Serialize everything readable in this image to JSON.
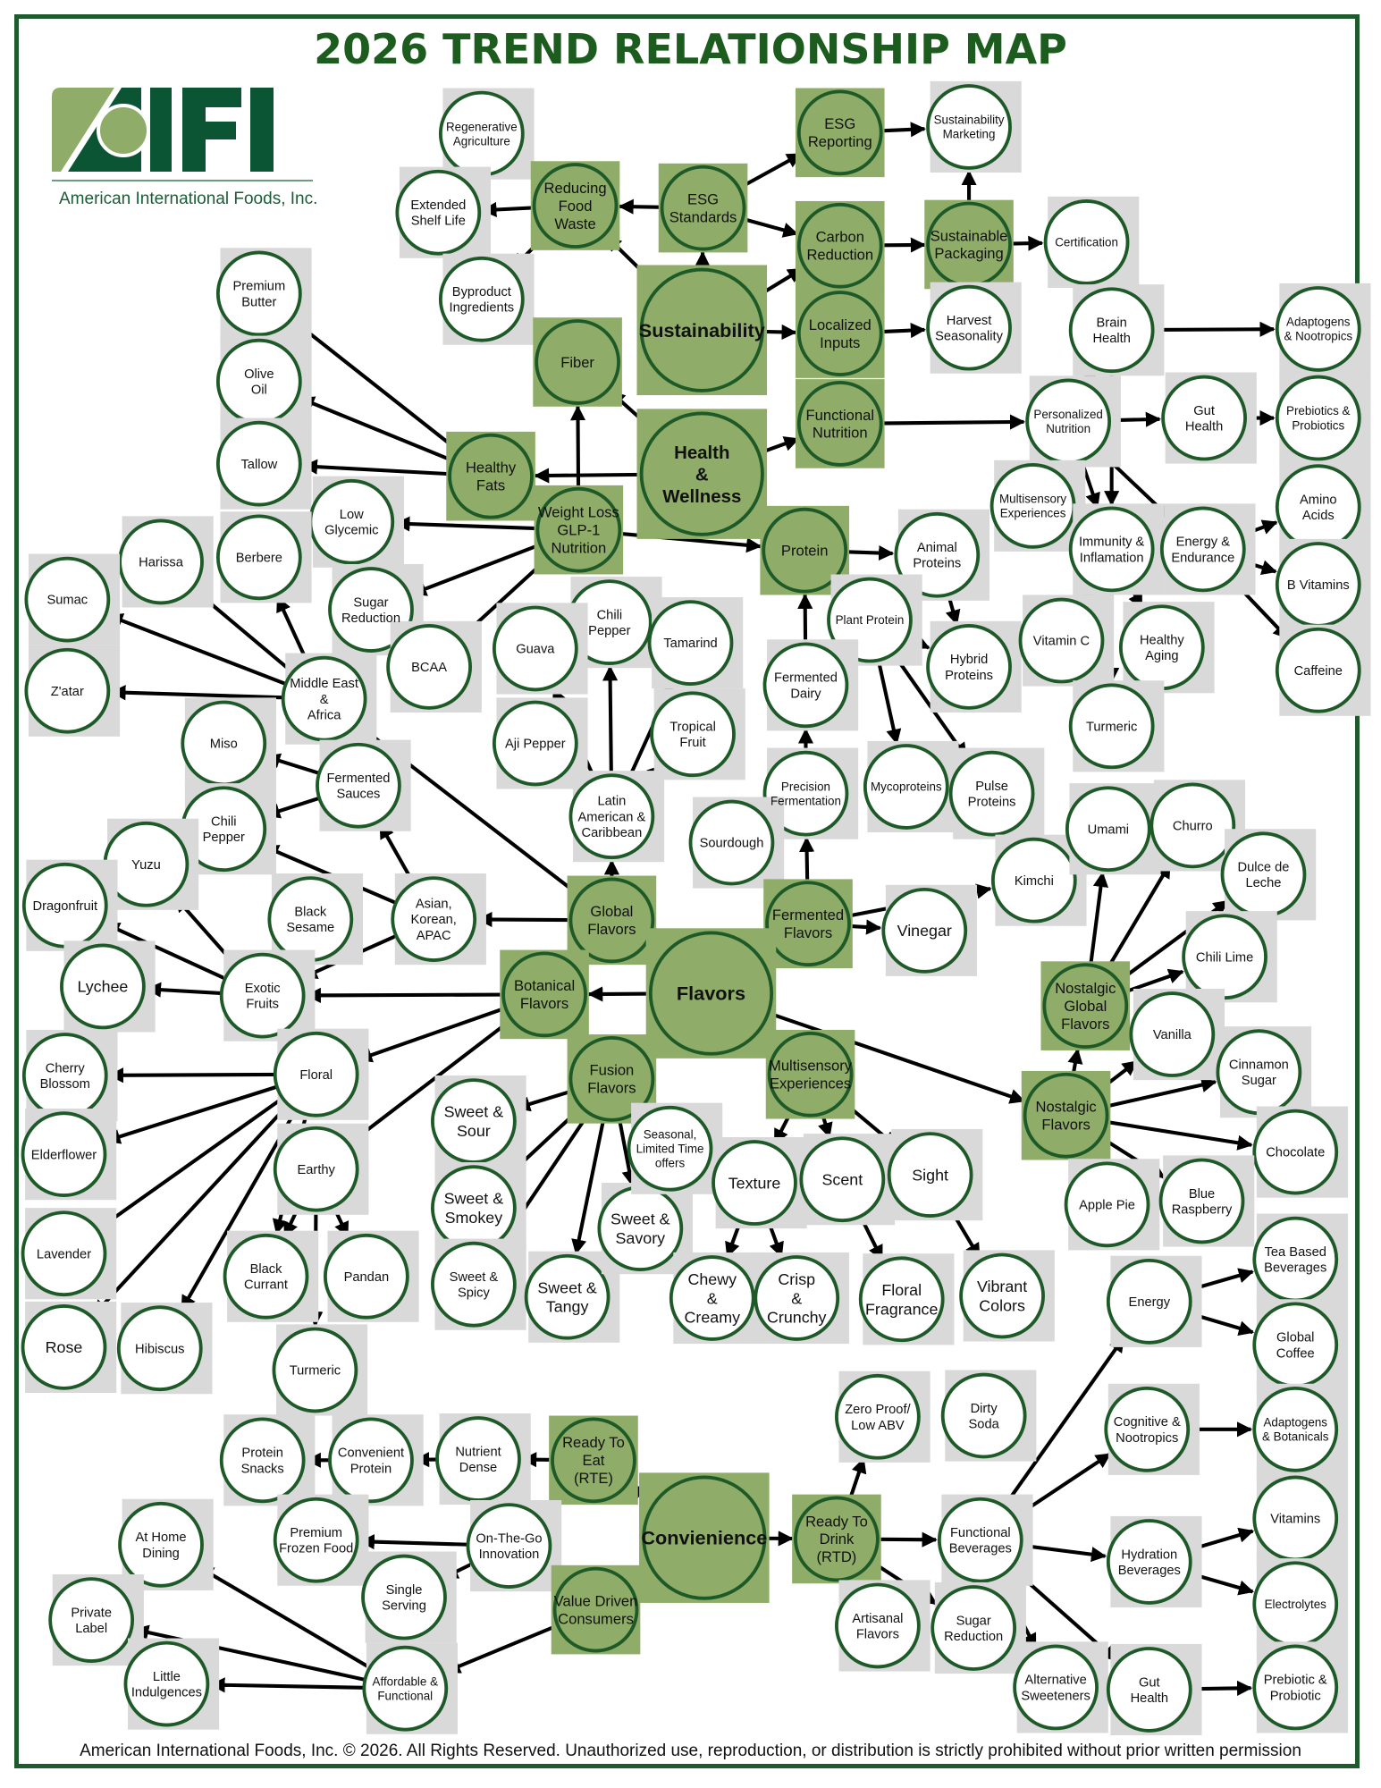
{
  "title": "2026 TREND RELATIONSHIP MAP",
  "logo": {
    "letters": "AIFI",
    "company": "American International Foods, Inc."
  },
  "footer": "American International Foods, Inc. © 2026. All Rights Reserved. Unauthorized use, reproduction, or distribution is strictly prohibited without prior written permission",
  "colors": {
    "dark_green": "#1e5a28",
    "node_green": "#8fad68",
    "node_gray": "#d9d9d9",
    "title_green": "#1d5c1f"
  },
  "nodes": [
    {
      "id": "regen",
      "label": "Regenerative\nAgriculture",
      "kind": "gray"
    },
    {
      "id": "extended",
      "label": "Extended\nShelf Life",
      "kind": "gray"
    },
    {
      "id": "byproduct",
      "label": "Byproduct\nIngredients",
      "kind": "gray"
    },
    {
      "id": "reduce",
      "label": "Reducing\nFood\nWaste",
      "kind": "green"
    },
    {
      "id": "esgstd",
      "label": "ESG\nStandards",
      "kind": "green"
    },
    {
      "id": "esgrep",
      "label": "ESG\nReporting",
      "kind": "green"
    },
    {
      "id": "susmkt",
      "label": "Sustainability\nMarketing",
      "kind": "gray"
    },
    {
      "id": "carbon",
      "label": "Carbon\nReduction",
      "kind": "green"
    },
    {
      "id": "suspack",
      "label": "Sustainable\nPackaging",
      "kind": "green"
    },
    {
      "id": "cert",
      "label": "Certification",
      "kind": "gray"
    },
    {
      "id": "sustain",
      "label": "Sustainability",
      "kind": "hub"
    },
    {
      "id": "localized",
      "label": "Localized\nInputs",
      "kind": "green"
    },
    {
      "id": "harvest",
      "label": "Harvest\nSeasonality",
      "kind": "gray"
    },
    {
      "id": "fiber",
      "label": "Fiber",
      "kind": "green"
    },
    {
      "id": "brain",
      "label": "Brain\nHealth",
      "kind": "gray"
    },
    {
      "id": "adapt1",
      "label": "Adaptogens\n& Nootropics",
      "kind": "gray"
    },
    {
      "id": "health",
      "label": "Health\n&\nWellness",
      "kind": "hub"
    },
    {
      "id": "funcnut",
      "label": "Functional\nNutrition",
      "kind": "green"
    },
    {
      "id": "persnut",
      "label": "Personalized\nNutrition",
      "kind": "gray"
    },
    {
      "id": "gut1",
      "label": "Gut\nHealth",
      "kind": "gray"
    },
    {
      "id": "prebio1",
      "label": "Prebiotics &\nProbiotics",
      "kind": "gray"
    },
    {
      "id": "butter",
      "label": "Premium\nButter",
      "kind": "gray"
    },
    {
      "id": "olive",
      "label": "Olive\nOil",
      "kind": "gray"
    },
    {
      "id": "tallow",
      "label": "Tallow",
      "kind": "gray"
    },
    {
      "id": "healthyfats",
      "label": "Healthy\nFats",
      "kind": "green"
    },
    {
      "id": "weightloss",
      "label": "Weight Loss\nGLP-1\nNutrition",
      "kind": "green"
    },
    {
      "id": "lowgly",
      "label": "Low\nGlycemic",
      "kind": "gray"
    },
    {
      "id": "sugred1",
      "label": "Sugar\nReduction",
      "kind": "gray"
    },
    {
      "id": "bcaa",
      "label": "BCAA",
      "kind": "gray"
    },
    {
      "id": "multisens1",
      "label": "Multisensory\nExperiences",
      "kind": "gray"
    },
    {
      "id": "immunity",
      "label": "Immunity &\nInflamation",
      "kind": "gray"
    },
    {
      "id": "energy1",
      "label": "Energy &\nEndurance",
      "kind": "gray"
    },
    {
      "id": "amino",
      "label": "Amino\nAcids",
      "kind": "gray"
    },
    {
      "id": "bvit",
      "label": "B Vitamins",
      "kind": "gray"
    },
    {
      "id": "caffeine",
      "label": "Caffeine",
      "kind": "gray"
    },
    {
      "id": "protein",
      "label": "Protein",
      "kind": "green"
    },
    {
      "id": "animal",
      "label": "Animal\nProteins",
      "kind": "gray"
    },
    {
      "id": "plant",
      "label": "Plant Protein",
      "kind": "gray"
    },
    {
      "id": "hybrid",
      "label": "Hybrid\nProteins",
      "kind": "gray"
    },
    {
      "id": "vitc",
      "label": "Vitamin C",
      "kind": "gray"
    },
    {
      "id": "aging",
      "label": "Healthy\nAging",
      "kind": "gray"
    },
    {
      "id": "turmeric1",
      "label": "Turmeric",
      "kind": "gray"
    },
    {
      "id": "fermdairy",
      "label": "Fermented\nDairy",
      "kind": "gray"
    },
    {
      "id": "myco",
      "label": "Mycoproteins",
      "kind": "gray"
    },
    {
      "id": "pulse",
      "label": "Pulse\nProteins",
      "kind": "gray"
    },
    {
      "id": "precision",
      "label": "Precision\nFermentation",
      "kind": "gray"
    },
    {
      "id": "harissa",
      "label": "Harissa",
      "kind": "gray"
    },
    {
      "id": "berbere",
      "label": "Berbere",
      "kind": "gray"
    },
    {
      "id": "sumac",
      "label": "Sumac",
      "kind": "gray"
    },
    {
      "id": "zatar",
      "label": "Z'atar",
      "kind": "gray"
    },
    {
      "id": "mideast",
      "label": "Middle East\n&\nAfrica",
      "kind": "gray"
    },
    {
      "id": "chili1",
      "label": "Chili\nPepper",
      "kind": "gray"
    },
    {
      "id": "guava",
      "label": "Guava",
      "kind": "gray"
    },
    {
      "id": "tamarind",
      "label": "Tamarind",
      "kind": "gray"
    },
    {
      "id": "aji",
      "label": "Aji Pepper",
      "kind": "gray"
    },
    {
      "id": "tropical",
      "label": "Tropical\nFruit",
      "kind": "gray"
    },
    {
      "id": "latin",
      "label": "Latin\nAmerican &\nCaribbean",
      "kind": "gray"
    },
    {
      "id": "miso",
      "label": "Miso",
      "kind": "gray"
    },
    {
      "id": "fermsauces",
      "label": "Fermented\nSauces",
      "kind": "gray"
    },
    {
      "id": "chili2",
      "label": "Chili\nPepper",
      "kind": "gray"
    },
    {
      "id": "yuzu",
      "label": "Yuzu",
      "kind": "gray"
    },
    {
      "id": "dragon",
      "label": "Dragonfruit",
      "kind": "gray"
    },
    {
      "id": "lychee",
      "label": "Lychee",
      "kind": "gray"
    },
    {
      "id": "blacksesame",
      "label": "Black\nSesame",
      "kind": "gray"
    },
    {
      "id": "asian",
      "label": "Asian,\nKorean,\nAPAC",
      "kind": "gray"
    },
    {
      "id": "exotic",
      "label": "Exotic\nFruits",
      "kind": "gray"
    },
    {
      "id": "global",
      "label": "Global\nFlavors",
      "kind": "green"
    },
    {
      "id": "sourdough",
      "label": "Sourdough",
      "kind": "gray"
    },
    {
      "id": "kimchi",
      "label": "Kimchi",
      "kind": "gray"
    },
    {
      "id": "fermflav",
      "label": "Fermented\nFlavors",
      "kind": "green"
    },
    {
      "id": "vinegar",
      "label": "Vinegar",
      "kind": "gray"
    },
    {
      "id": "umami",
      "label": "Umami",
      "kind": "gray"
    },
    {
      "id": "churro",
      "label": "Churro",
      "kind": "gray"
    },
    {
      "id": "dulce",
      "label": "Dulce de\nLeche",
      "kind": "gray"
    },
    {
      "id": "chililime",
      "label": "Chili Lime",
      "kind": "gray"
    },
    {
      "id": "nostglobal",
      "label": "Nostalgic\nGlobal\nFlavors",
      "kind": "green"
    },
    {
      "id": "flavors",
      "label": "Flavors",
      "kind": "hub"
    },
    {
      "id": "botanical",
      "label": "Botanical\nFlavors",
      "kind": "green"
    },
    {
      "id": "fusion",
      "label": "Fusion\nFlavors",
      "kind": "green"
    },
    {
      "id": "multisens2",
      "label": "Multisensory\nExperiences",
      "kind": "green"
    },
    {
      "id": "vanilla",
      "label": "Vanilla",
      "kind": "gray"
    },
    {
      "id": "cinnamon",
      "label": "Cinnamon\nSugar",
      "kind": "gray"
    },
    {
      "id": "chocolate",
      "label": "Chocolate",
      "kind": "gray"
    },
    {
      "id": "nostalgic",
      "label": "Nostalgic\nFlavors",
      "kind": "green"
    },
    {
      "id": "applepie",
      "label": "Apple Pie",
      "kind": "gray"
    },
    {
      "id": "blueras",
      "label": "Blue\nRaspberry",
      "kind": "gray"
    },
    {
      "id": "cherry",
      "label": "Cherry\nBlossom",
      "kind": "gray"
    },
    {
      "id": "floral",
      "label": "Floral",
      "kind": "gray"
    },
    {
      "id": "elderflower",
      "label": "Elderflower",
      "kind": "gray"
    },
    {
      "id": "lavender",
      "label": "Lavender",
      "kind": "gray"
    },
    {
      "id": "rose",
      "label": "Rose",
      "kind": "gray"
    },
    {
      "id": "hibiscus",
      "label": "Hibiscus",
      "kind": "gray"
    },
    {
      "id": "earthy",
      "label": "Earthy",
      "kind": "gray"
    },
    {
      "id": "blackcurrant",
      "label": "Black\nCurrant",
      "kind": "gray"
    },
    {
      "id": "pandan",
      "label": "Pandan",
      "kind": "gray"
    },
    {
      "id": "turmeric2",
      "label": "Turmeric",
      "kind": "gray"
    },
    {
      "id": "sweetsour",
      "label": "Sweet &\nSour",
      "kind": "gray"
    },
    {
      "id": "sweetsmokey",
      "label": "Sweet &\nSmokey",
      "kind": "gray"
    },
    {
      "id": "sweetspicy",
      "label": "Sweet &\nSpicy",
      "kind": "gray"
    },
    {
      "id": "sweettangy",
      "label": "Sweet &\nTangy",
      "kind": "gray"
    },
    {
      "id": "sweetsavory",
      "label": "Sweet &\nSavory",
      "kind": "gray"
    },
    {
      "id": "seasonal",
      "label": "Seasonal,\nLimited Time\noffers",
      "kind": "gray"
    },
    {
      "id": "texture",
      "label": "Texture",
      "kind": "gray"
    },
    {
      "id": "scent",
      "label": "Scent",
      "kind": "gray"
    },
    {
      "id": "sight",
      "label": "Sight",
      "kind": "gray"
    },
    {
      "id": "chewy",
      "label": "Chewy\n&\nCreamy",
      "kind": "gray"
    },
    {
      "id": "crisp",
      "label": "Crisp\n&\nCrunchy",
      "kind": "gray"
    },
    {
      "id": "floralfrag",
      "label": "Floral\nFragrance",
      "kind": "gray"
    },
    {
      "id": "vibrant",
      "label": "Vibrant\nColors",
      "kind": "gray"
    },
    {
      "id": "energy2",
      "label": "Energy",
      "kind": "gray"
    },
    {
      "id": "tea",
      "label": "Tea Based\nBeverages",
      "kind": "gray"
    },
    {
      "id": "coffee",
      "label": "Global\nCoffee",
      "kind": "gray"
    },
    {
      "id": "cognitive",
      "label": "Cognitive &\nNootropics",
      "kind": "gray"
    },
    {
      "id": "adapt2",
      "label": "Adaptogens\n& Botanicals",
      "kind": "gray"
    },
    {
      "id": "zeroproof",
      "label": "Zero Proof/\nLow ABV",
      "kind": "gray"
    },
    {
      "id": "dirty",
      "label": "Dirty\nSoda",
      "kind": "gray"
    },
    {
      "id": "protsnacks",
      "label": "Protein\nSnacks",
      "kind": "gray"
    },
    {
      "id": "convprot",
      "label": "Convenient\nProtein",
      "kind": "gray"
    },
    {
      "id": "nutrient",
      "label": "Nutrient\nDense",
      "kind": "gray"
    },
    {
      "id": "rte",
      "label": "Ready To\nEat\n(RTE)",
      "kind": "green"
    },
    {
      "id": "conv",
      "label": "Convienience",
      "kind": "hub"
    },
    {
      "id": "athome",
      "label": "At Home\nDining",
      "kind": "gray"
    },
    {
      "id": "premfrozen",
      "label": "Premium\nFrozen Food",
      "kind": "gray"
    },
    {
      "id": "onthego",
      "label": "On-The-Go\nInnovation",
      "kind": "gray"
    },
    {
      "id": "single",
      "label": "Single\nServing",
      "kind": "gray"
    },
    {
      "id": "valuedriven",
      "label": "Value Driven\nConsumers",
      "kind": "green"
    },
    {
      "id": "rtd",
      "label": "Ready To\nDrink\n(RTD)",
      "kind": "green"
    },
    {
      "id": "funcbev",
      "label": "Functional\nBeverages",
      "kind": "gray"
    },
    {
      "id": "hydration",
      "label": "Hydration\nBeverages",
      "kind": "gray"
    },
    {
      "id": "vitamins",
      "label": "Vitamins",
      "kind": "gray"
    },
    {
      "id": "electrolytes",
      "label": "Electrolytes",
      "kind": "gray"
    },
    {
      "id": "artisanal",
      "label": "Artisanal\nFlavors",
      "kind": "gray"
    },
    {
      "id": "sugred2",
      "label": "Sugar\nReduction",
      "kind": "gray"
    },
    {
      "id": "private",
      "label": "Private\nLabel",
      "kind": "gray"
    },
    {
      "id": "little",
      "label": "Little\nIndulgences",
      "kind": "gray"
    },
    {
      "id": "affordable",
      "label": "Affordable &\nFunctional",
      "kind": "gray"
    },
    {
      "id": "altsweet",
      "label": "Alternative\nSweeteners",
      "kind": "gray"
    },
    {
      "id": "gut2",
      "label": "Gut\nHealth",
      "kind": "gray"
    },
    {
      "id": "prebio2",
      "label": "Prebiotic &\nProbiotic",
      "kind": "gray"
    }
  ],
  "edges": [
    [
      "esgstd",
      "reduce"
    ],
    [
      "esgstd",
      "esgrep"
    ],
    [
      "esgstd",
      "carbon"
    ],
    [
      "sustain",
      "esgstd"
    ],
    [
      "sustain",
      "reduce"
    ],
    [
      "sustain",
      "carbon"
    ],
    [
      "sustain",
      "localized"
    ],
    [
      "reduce",
      "regen"
    ],
    [
      "reduce",
      "extended"
    ],
    [
      "reduce",
      "byproduct"
    ],
    [
      "byproduct",
      "fiber"
    ],
    [
      "esgrep",
      "susmkt"
    ],
    [
      "carbon",
      "suspack"
    ],
    [
      "suspack",
      "susmkt"
    ],
    [
      "suspack",
      "cert"
    ],
    [
      "localized",
      "harvest"
    ],
    [
      "health",
      "fiber"
    ],
    [
      "health",
      "healthyfats"
    ],
    [
      "health",
      "funcnut"
    ],
    [
      "health",
      "protein"
    ],
    [
      "weightloss",
      "fiber"
    ],
    [
      "healthyfats",
      "butter"
    ],
    [
      "healthyfats",
      "olive"
    ],
    [
      "healthyfats",
      "tallow"
    ],
    [
      "weightloss",
      "lowgly"
    ],
    [
      "weightloss",
      "sugred1"
    ],
    [
      "weightloss",
      "bcaa"
    ],
    [
      "weightloss",
      "protein"
    ],
    [
      "funcnut",
      "persnut"
    ],
    [
      "persnut",
      "brain"
    ],
    [
      "brain",
      "persnut"
    ],
    [
      "persnut",
      "gut1"
    ],
    [
      "persnut",
      "immunity"
    ],
    [
      "persnut",
      "energy1"
    ],
    [
      "brain",
      "adapt1"
    ],
    [
      "gut1",
      "prebio1"
    ],
    [
      "brain",
      "immunity"
    ],
    [
      "immunity",
      "vitc"
    ],
    [
      "immunity",
      "aging"
    ],
    [
      "immunity",
      "turmeric1"
    ],
    [
      "energy1",
      "amino"
    ],
    [
      "energy1",
      "bvit"
    ],
    [
      "energy1",
      "caffeine"
    ],
    [
      "protein",
      "animal"
    ],
    [
      "protein",
      "plant"
    ],
    [
      "animal",
      "hybrid"
    ],
    [
      "plant",
      "hybrid"
    ],
    [
      "plant",
      "myco"
    ],
    [
      "plant",
      "pulse"
    ],
    [
      "fermdairy",
      "protein"
    ],
    [
      "precision",
      "fermdairy"
    ],
    [
      "mideast",
      "harissa"
    ],
    [
      "mideast",
      "berbere"
    ],
    [
      "mideast",
      "sumac"
    ],
    [
      "mideast",
      "zatar"
    ],
    [
      "global",
      "mideast"
    ],
    [
      "latin",
      "chili1"
    ],
    [
      "latin",
      "guava"
    ],
    [
      "latin",
      "tamarind"
    ],
    [
      "latin",
      "aji"
    ],
    [
      "latin",
      "tropical"
    ],
    [
      "global",
      "latin"
    ],
    [
      "global",
      "asian"
    ],
    [
      "asian",
      "fermsauces"
    ],
    [
      "asian",
      "chili2"
    ],
    [
      "fermsauces",
      "miso"
    ],
    [
      "fermsauces",
      "chili2"
    ],
    [
      "asian",
      "exotic"
    ],
    [
      "exotic",
      "yuzu"
    ],
    [
      "exotic",
      "dragon"
    ],
    [
      "exotic",
      "lychee"
    ],
    [
      "botanical",
      "exotic"
    ],
    [
      "fermflav",
      "precision"
    ],
    [
      "fermflav",
      "sourdough"
    ],
    [
      "fermflav",
      "kimchi"
    ],
    [
      "fermflav",
      "vinegar"
    ],
    [
      "flavors",
      "fermflav"
    ],
    [
      "flavors",
      "global"
    ],
    [
      "flavors",
      "botanical"
    ],
    [
      "flavors",
      "fusion"
    ],
    [
      "flavors",
      "multisens2"
    ],
    [
      "flavors",
      "nostalgic"
    ],
    [
      "nostalgic",
      "nostglobal"
    ],
    [
      "nostglobal",
      "umami"
    ],
    [
      "nostglobal",
      "churro"
    ],
    [
      "nostglobal",
      "dulce"
    ],
    [
      "nostglobal",
      "chililime"
    ],
    [
      "nostalgic",
      "vanilla"
    ],
    [
      "nostalgic",
      "cinnamon"
    ],
    [
      "nostalgic",
      "chocolate"
    ],
    [
      "nostalgic",
      "applepie"
    ],
    [
      "nostalgic",
      "blueras"
    ],
    [
      "botanical",
      "floral"
    ],
    [
      "botanical",
      "earthy"
    ],
    [
      "floral",
      "cherry"
    ],
    [
      "floral",
      "elderflower"
    ],
    [
      "floral",
      "lavender"
    ],
    [
      "floral",
      "rose"
    ],
    [
      "floral",
      "hibiscus"
    ],
    [
      "floral",
      "blackcurrant"
    ],
    [
      "earthy",
      "blackcurrant"
    ],
    [
      "earthy",
      "pandan"
    ],
    [
      "earthy",
      "turmeric2"
    ],
    [
      "fusion",
      "sweetsour"
    ],
    [
      "fusion",
      "sweetsmokey"
    ],
    [
      "fusion",
      "sweetspicy"
    ],
    [
      "fusion",
      "sweettangy"
    ],
    [
      "fusion",
      "sweetsavory"
    ],
    [
      "fusion",
      "seasonal"
    ],
    [
      "multisens2",
      "texture"
    ],
    [
      "multisens2",
      "scent"
    ],
    [
      "multisens2",
      "sight"
    ],
    [
      "texture",
      "chewy"
    ],
    [
      "texture",
      "crisp"
    ],
    [
      "scent",
      "floralfrag"
    ],
    [
      "sight",
      "vibrant"
    ],
    [
      "conv",
      "rte"
    ],
    [
      "conv",
      "rtd"
    ],
    [
      "rte",
      "nutrient"
    ],
    [
      "nutrient",
      "convprot"
    ],
    [
      "convprot",
      "protsnacks"
    ],
    [
      "onthego",
      "premfrozen"
    ],
    [
      "onthego",
      "single"
    ],
    [
      "valuedriven",
      "affordable"
    ],
    [
      "affordable",
      "athome"
    ],
    [
      "affordable",
      "private"
    ],
    [
      "affordable",
      "little"
    ],
    [
      "rtd",
      "zeroproof"
    ],
    [
      "rtd",
      "artisanal"
    ],
    [
      "rtd",
      "funcbev"
    ],
    [
      "rtd",
      "sugred2"
    ],
    [
      "funcbev",
      "energy2"
    ],
    [
      "funcbev",
      "cognitive"
    ],
    [
      "funcbev",
      "hydration"
    ],
    [
      "funcbev",
      "altsweet"
    ],
    [
      "funcbev",
      "gut2"
    ],
    [
      "energy2",
      "tea"
    ],
    [
      "energy2",
      "coffee"
    ],
    [
      "cognitive",
      "adapt2"
    ],
    [
      "hydration",
      "vitamins"
    ],
    [
      "hydration",
      "electrolytes"
    ],
    [
      "gut2",
      "prebio2"
    ]
  ]
}
